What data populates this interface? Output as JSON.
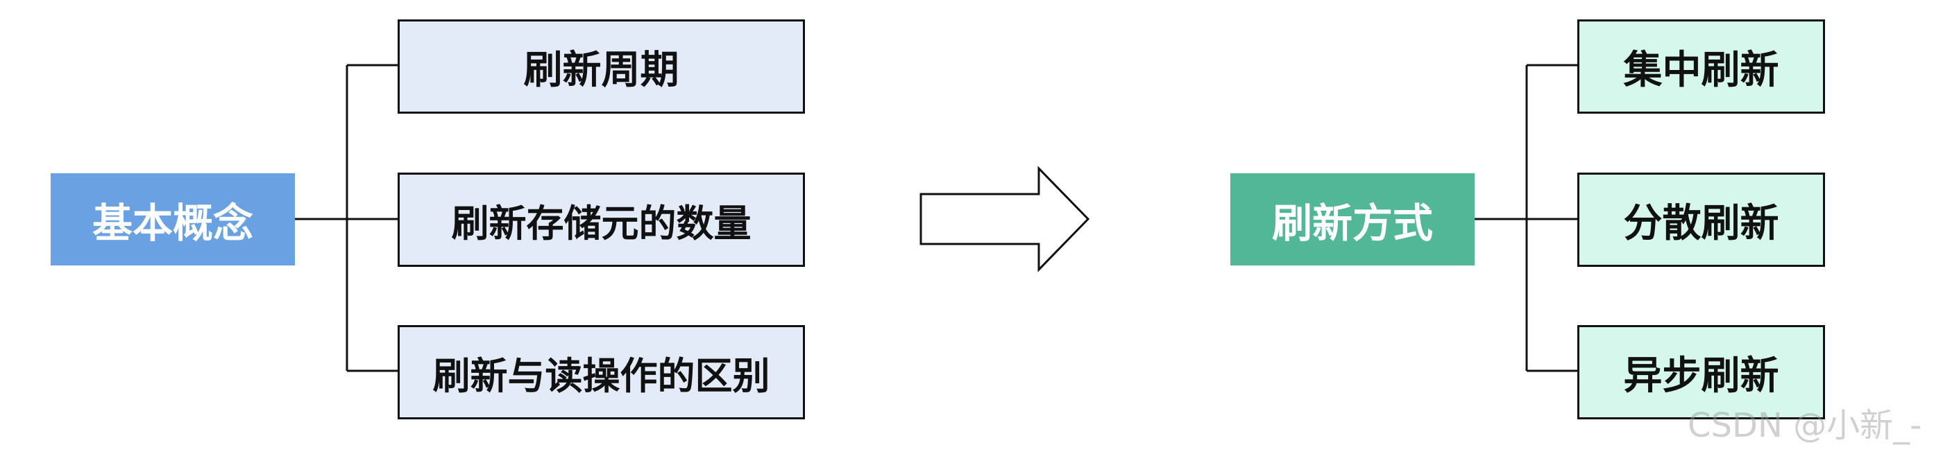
{
  "left_tree": {
    "root": "基本概念",
    "children": [
      "刷新周期",
      "刷新存储元的数量",
      "刷新与读操作的区别"
    ]
  },
  "right_tree": {
    "root": "刷新方式",
    "children": [
      "集中刷新",
      "分散刷新",
      "异步刷新"
    ]
  },
  "watermark": "CSDN @小新_-",
  "colors": {
    "left_root_fill": "#6aa1e2",
    "left_leaf_fill": "#e3ebf8",
    "right_root_fill": "#52b796",
    "right_leaf_fill": "#d6f7ec",
    "line": "#111111"
  },
  "icons": [
    "right-arrow-icon"
  ]
}
